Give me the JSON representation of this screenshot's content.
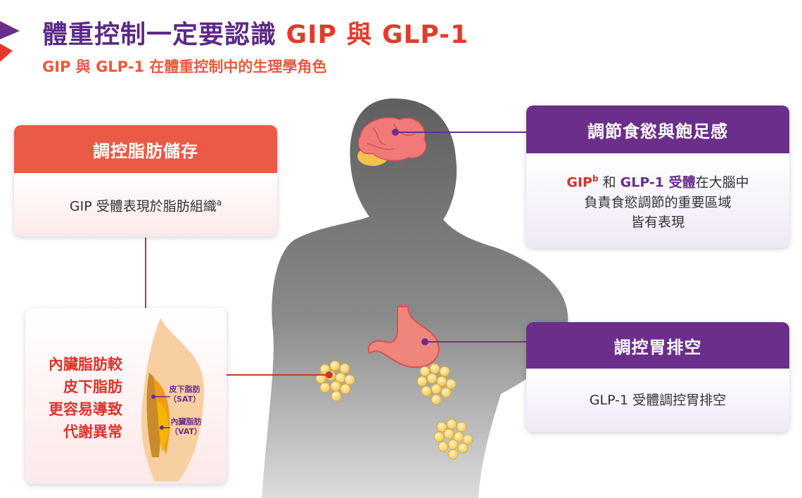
{
  "header": {
    "title_main": "體重控制一定要認識 ",
    "title_highlight": "GIP 與 GLP-1",
    "subtitle": "GIP 與 GLP-1 在體重控制中的生理學角色"
  },
  "cards": {
    "fat_storage": {
      "title": "調控脂肪儲存",
      "body_text": "GIP 受體表現於脂肪組織",
      "footnote": "a"
    },
    "appetite": {
      "title": "調節食慾與飽足感",
      "gip": "GIP",
      "gip_footnote": "b",
      "and": " 和 ",
      "glp": "GLP-1 受體",
      "line1_rest": "在大腦中",
      "line2": "負責食慾調節的重要區域",
      "line3": "皆有表現"
    },
    "gastric": {
      "title": "調控胃排空",
      "body_text": "GLP-1 受體調控胃排空"
    }
  },
  "visceral": {
    "lines": [
      "內臟脂肪較",
      "皮下脂肪",
      "更容易導致",
      "代謝異常"
    ],
    "sat_label": "皮下脂肪",
    "sat_abbr": "（SAT）",
    "vat_label": "內臟脂肪",
    "vat_abbr": "（VAT）"
  },
  "colors": {
    "purple": "#6b2e8a",
    "orange": "#ea5a44",
    "red": "#e53a2a"
  }
}
